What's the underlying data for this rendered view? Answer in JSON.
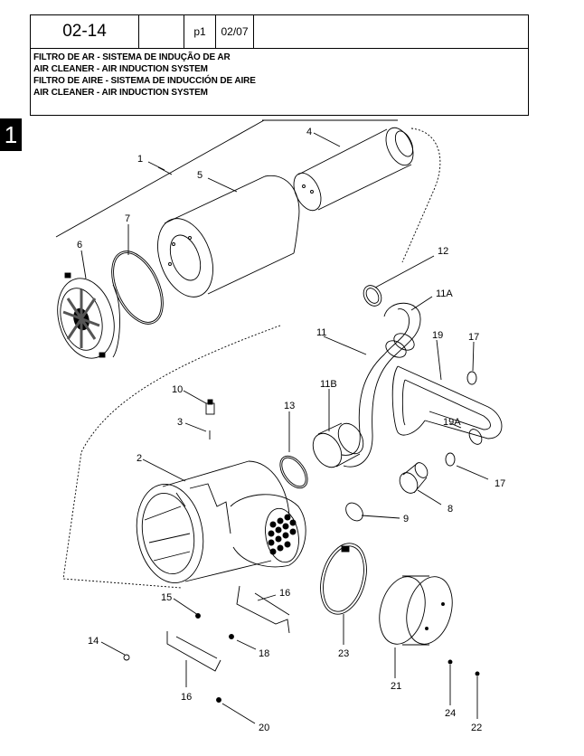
{
  "header": {
    "code": "02-14",
    "page": "p1",
    "date": "02/07",
    "titles": [
      "FILTRO DE AR - SISTEMA DE INDUÇÃO DE AR",
      "AIR CLEANER - AIR INDUCTION SYSTEM",
      "FILTRO DE AIRE - SISTEMA DE INDUCCIÓN DE AIRE",
      "AIR CLEANER - AIR INDUCTION SYSTEM"
    ]
  },
  "section_tab": "1",
  "callouts": {
    "c1": "1",
    "c2": "2",
    "c3": "3",
    "c4": "4",
    "c5": "5",
    "c6": "6",
    "c7": "7",
    "c8": "8",
    "c9": "9",
    "c10": "10",
    "c11": "11",
    "c11a": "11A",
    "c11b": "11B",
    "c12": "12",
    "c13": "13",
    "c14": "14",
    "c15": "15",
    "c16a": "16",
    "c16b": "16",
    "c17a": "17",
    "c17b": "17",
    "c18": "18",
    "c19": "19",
    "c19a": "19A",
    "c20": "20",
    "c21": "21",
    "c22": "22",
    "c23": "23",
    "c24": "24"
  }
}
